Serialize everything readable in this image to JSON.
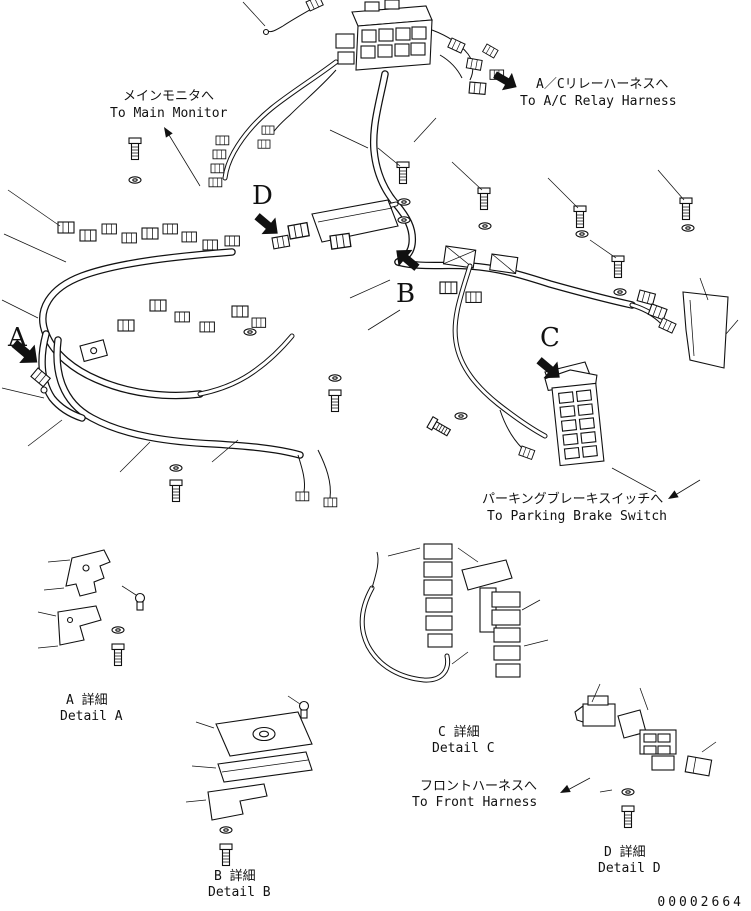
{
  "diagram": {
    "part_number": "00002664",
    "callouts": {
      "main_monitor": {
        "jp": "メインモニタへ",
        "en": "To Main Monitor"
      },
      "ac_relay": {
        "jp": "A／Cリレーハーネスへ",
        "en": "To A/C Relay Harness"
      },
      "parking_brake": {
        "jp": "パーキングブレーキスイッチへ",
        "en": "To Parking Brake Switch"
      },
      "front_harness": {
        "jp": "フロントハーネスへ",
        "en": "To Front Harness"
      }
    },
    "markers": {
      "a": "A",
      "b": "B",
      "c": "C",
      "d": "D"
    },
    "details": {
      "a": {
        "jp": "A 詳細",
        "en": "Detail A"
      },
      "b": {
        "jp": "B 詳細",
        "en": "Detail B"
      },
      "c": {
        "jp": "C 詳細",
        "en": "Detail C"
      },
      "d": {
        "jp": "D 詳細",
        "en": "Detail D"
      }
    }
  }
}
